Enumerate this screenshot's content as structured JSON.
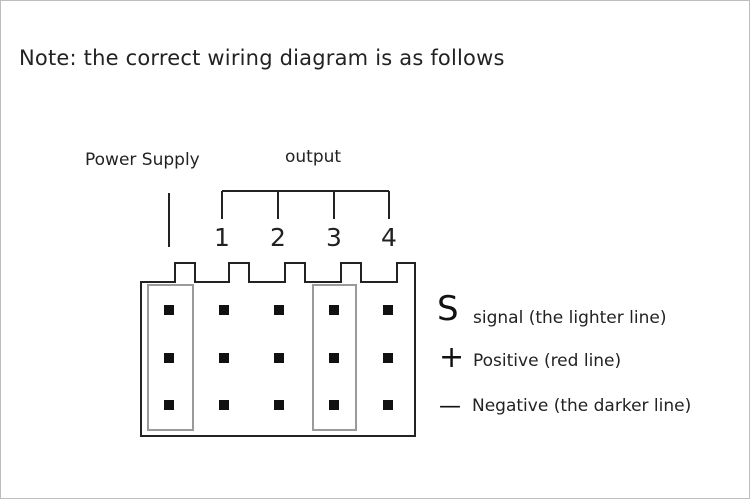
{
  "note": "Note: the correct wiring diagram is as follows",
  "labels": {
    "power_supply": "Power Supply",
    "output": "output"
  },
  "pins": [
    "1",
    "2",
    "3",
    "4"
  ],
  "legend": [
    {
      "symbol": "S",
      "text": "signal (the lighter line)"
    },
    {
      "symbol": "+",
      "text": "Positive (red line)"
    },
    {
      "symbol": "—",
      "text": "Negative (the darker line)"
    }
  ]
}
